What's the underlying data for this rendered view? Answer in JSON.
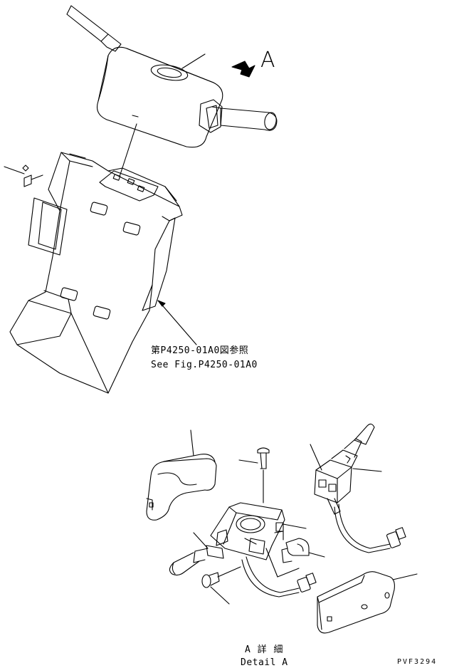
{
  "upper_view": {
    "view_letter": "A",
    "reference_jp": "第P4250-01A0図参照",
    "reference_en": "See Fig.P4250-01A0"
  },
  "detail_view": {
    "caption_jp": "A 詳 細",
    "caption_en": "Detail A"
  },
  "drawing_code": "PVF3294"
}
